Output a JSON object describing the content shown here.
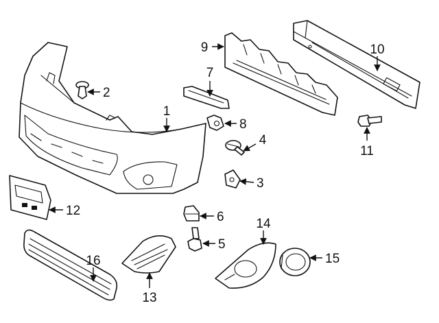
{
  "callouts": [
    {
      "id": "1",
      "label": "1"
    },
    {
      "id": "2",
      "label": "2"
    },
    {
      "id": "3",
      "label": "3"
    },
    {
      "id": "4",
      "label": "4"
    },
    {
      "id": "5",
      "label": "5"
    },
    {
      "id": "6",
      "label": "6"
    },
    {
      "id": "7",
      "label": "7"
    },
    {
      "id": "8",
      "label": "8"
    },
    {
      "id": "9",
      "label": "9"
    },
    {
      "id": "10",
      "label": "10"
    },
    {
      "id": "11",
      "label": "11"
    },
    {
      "id": "12",
      "label": "12"
    },
    {
      "id": "13",
      "label": "13"
    },
    {
      "id": "14",
      "label": "14"
    },
    {
      "id": "15",
      "label": "15"
    },
    {
      "id": "16",
      "label": "16"
    }
  ],
  "colors": {
    "ink": "#111111",
    "background": "#ffffff"
  }
}
